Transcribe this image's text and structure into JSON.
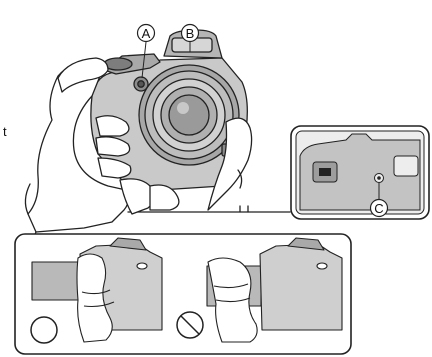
{
  "callouts": {
    "a": "A",
    "b": "B",
    "c": "C"
  },
  "side_text": "t",
  "icons": {
    "ok_symbol": "circle-ok-icon",
    "no_symbol": "prohibited-icon"
  },
  "colors": {
    "line": "#222222",
    "gray_light": "#e2e2e2",
    "gray_mid": "#bdbdbd",
    "gray_dark": "#8c8c8c"
  }
}
